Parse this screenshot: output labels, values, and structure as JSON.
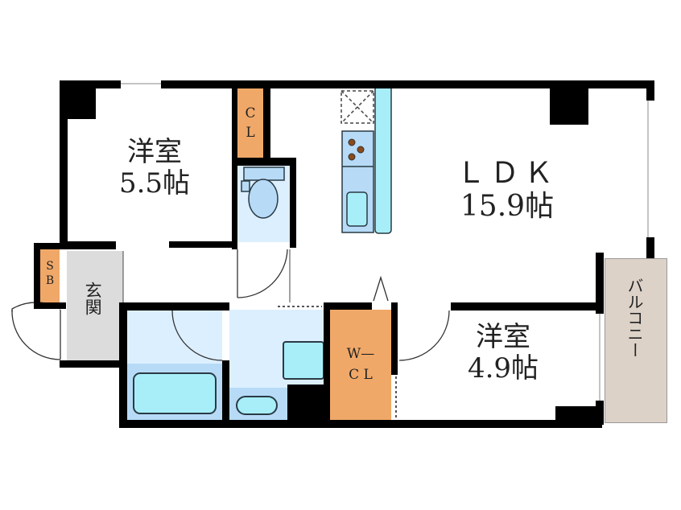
{
  "floorplan": {
    "colors": {
      "wall": "#000000",
      "closet": "#f0a868",
      "entrance": "#dcdcdc",
      "balcony": "#ddd2c8",
      "wet_area": "#dcefff",
      "fixture_blue": "#b7dbf7",
      "fixture_cyan": "#a8eef8",
      "stove_burner": "#8b4a1a"
    },
    "rooms": {
      "western_room_1": {
        "name": "洋室",
        "size": "5.5帖"
      },
      "ldk": {
        "name": "ＬＤＫ",
        "size": "15.9帖"
      },
      "western_room_2": {
        "name": "洋室",
        "size": "4.9帖"
      },
      "closet_1": {
        "label_line1": "C",
        "label_line2": "L"
      },
      "walk_in_closet": {
        "label_line1": "W—",
        "label_line2": "C L"
      },
      "shoe_box": {
        "label_line1": "S",
        "label_line2": "B"
      },
      "entrance": {
        "name": "玄関"
      },
      "balcony": {
        "name": "バルコニー"
      }
    }
  }
}
